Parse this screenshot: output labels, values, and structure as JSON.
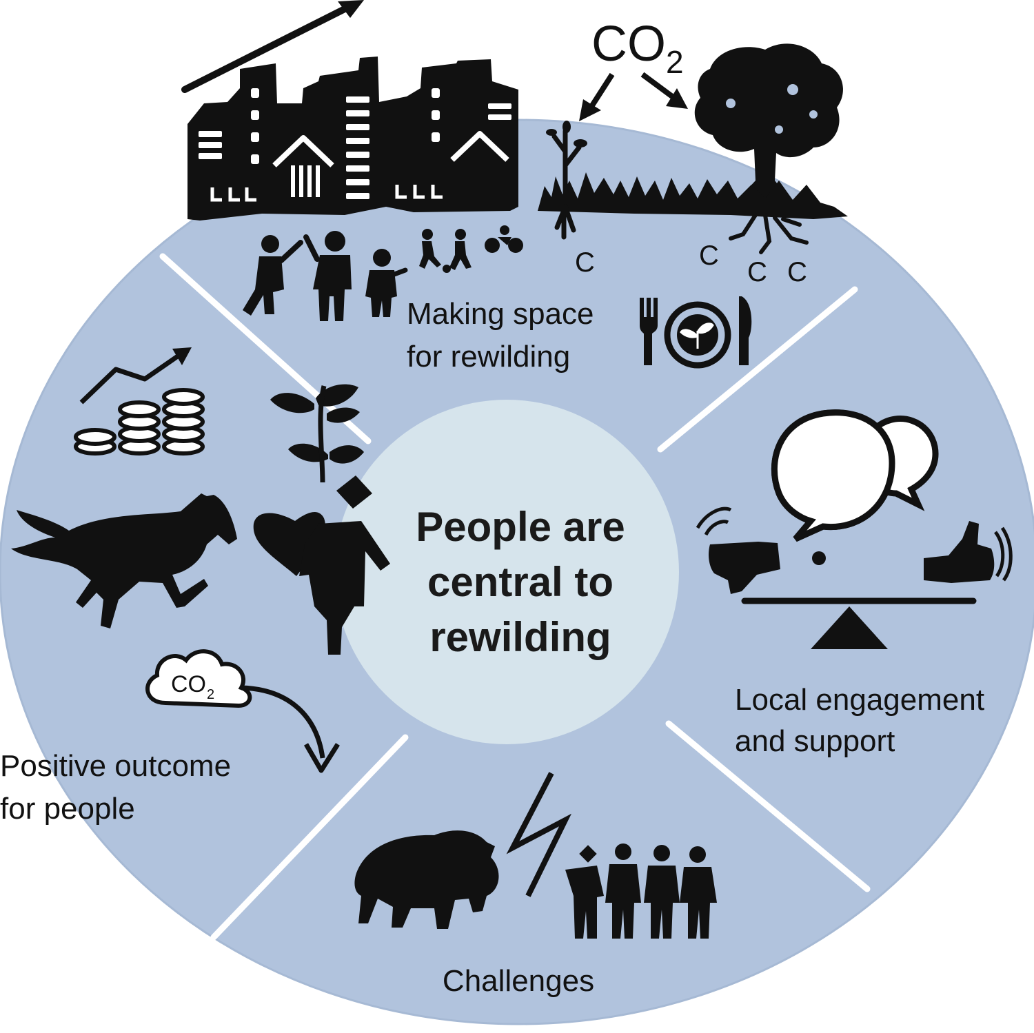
{
  "diagram": {
    "center": {
      "line1": "People are",
      "line2": "central to",
      "line3": "rewilding"
    },
    "segments": {
      "top": {
        "line1": "Making space",
        "line2": "for rewilding"
      },
      "right": {
        "line1": "Local engagement",
        "line2": "and support"
      },
      "bottom": {
        "line1": "Challenges"
      },
      "left": {
        "line1": "Positive outcome",
        "line2": "for people"
      }
    },
    "illustration_text": {
      "co2_main": "CO",
      "co2_main_sub": "2",
      "co2_cloud": "CO",
      "co2_cloud_sub": "2",
      "carbon_symbol": "C"
    },
    "colors": {
      "ring": "#b1c3dd",
      "center": "#d6e4ec",
      "divider": "#ffffff",
      "ink": "#111111"
    },
    "icons": [
      "growth-arrow-icon",
      "city-buildings-icon",
      "co2-icon",
      "tree-icon",
      "sapling-icon",
      "people-recreation-icon",
      "runners-cyclist-icon",
      "plate-cutlery-icon",
      "coins-growth-icon",
      "horse-icon",
      "person-with-plant-icon",
      "co2-cloud-icon",
      "speech-bubbles-icon",
      "thumbs-down-icon",
      "thumbs-up-icon",
      "balance-scale-icon",
      "bison-icon",
      "lightning-icon",
      "group-of-people-icon"
    ]
  }
}
